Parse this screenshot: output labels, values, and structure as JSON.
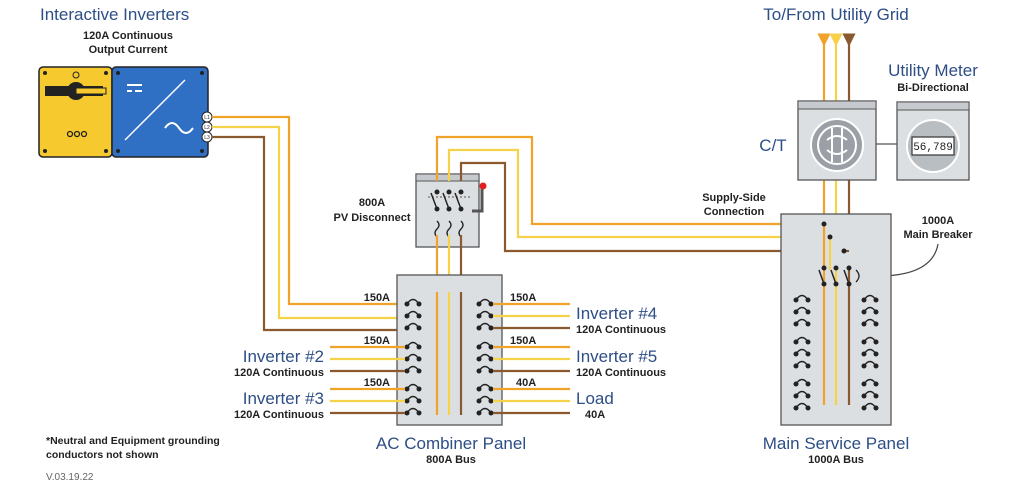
{
  "inverters_title": "Interactive Inverters",
  "inverters_sub1": "120A Continuous",
  "inverters_sub2": "Output Current",
  "grid_title": "To/From Utility Grid",
  "meter_title": "Utility Meter",
  "meter_sub": "Bi-Directional",
  "meter_reading": "56,789",
  "ct_label": "C/T",
  "terminals": [
    "L1",
    "L2",
    "L3"
  ],
  "disconnect_line1": "800A",
  "disconnect_line2": "PV Disconnect",
  "supply_line1": "Supply-Side",
  "supply_line2": "Connection",
  "main_breaker_line1": "1000A",
  "main_breaker_line2": "Main Breaker",
  "breaker_left": [
    "150A",
    "150A",
    "150A"
  ],
  "breaker_right": [
    "150A",
    "150A",
    "40A"
  ],
  "inverter2_name": "Inverter #2",
  "inverter2_rating": "120A Continuous",
  "inverter3_name": "Inverter #3",
  "inverter3_rating": "120A Continuous",
  "inverter4_name": "Inverter #4",
  "inverter4_rating": "120A Continuous",
  "inverter5_name": "Inverter #5",
  "inverter5_rating": "120A Continuous",
  "load_name": "Load",
  "load_rating": "40A",
  "combiner_title": "AC Combiner Panel",
  "combiner_sub": "800A Bus",
  "service_title": "Main Service Panel",
  "service_sub": "1000A Bus",
  "footnote_line1": "*Neutral and Equipment grounding",
  "footnote_line2": "conductors not shown",
  "version": "V.03.19.22",
  "colors": {
    "title_blue": "#2d4e86",
    "orange": "#f0a22a",
    "yellow": "#f6d24a",
    "brown": "#8a5a2e",
    "panel_grey": "#dcdfe2",
    "inverter_yellow": "#f6c92e",
    "inverter_blue": "#2f6fc4"
  }
}
